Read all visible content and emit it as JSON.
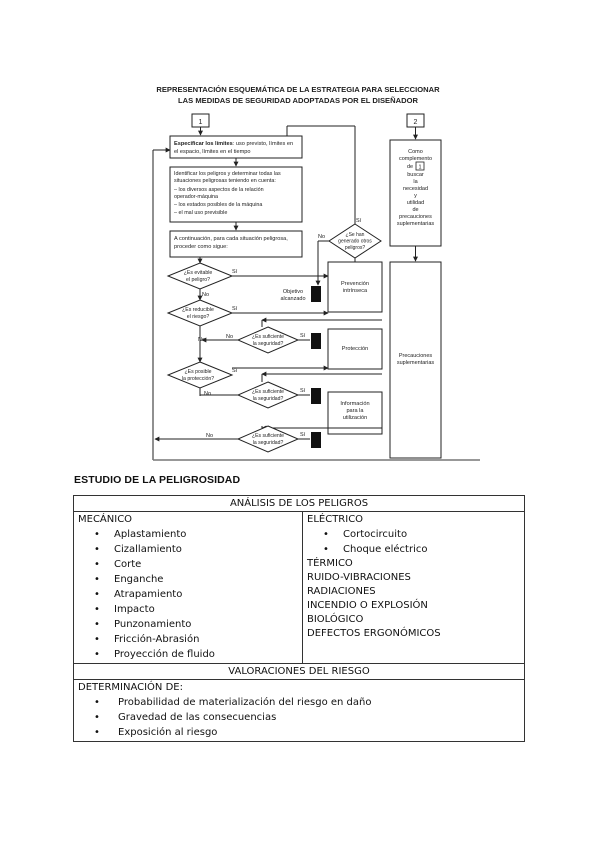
{
  "flowchart": {
    "title_line1": "REPRESENTACIÓN ESQUEMÁTICA DE LA ESTRATEGIA PARA SELECCIONAR",
    "title_line2": "LAS MEDIDAS DE SEGURIDAD ADOPTADAS POR EL DISEÑADOR",
    "label_1": "1",
    "label_2": "2",
    "box_limits_bold": "Especificar los límites",
    "box_limits_rest1": ": uso previsto, límites en",
    "box_limits_rest2": "el espacio, límites en el tiempo",
    "box_identify_lines": [
      "Identificar los peligros y determinar todas las",
      "situaciones peligrosas teniendo en cuenta:",
      "– los diversos aspectos de la relación",
      "  operador-máquina",
      "– los estados posibles de la máquina",
      "– el mal uso previsible"
    ],
    "box_continue_lines": [
      "A continuación, para cada situación peligrosa,",
      "proceder como sigue:"
    ],
    "q_eliminable": [
      "¿Es evitable",
      "el peligro?"
    ],
    "q_reducible": [
      "¿Es reducible",
      "el riesgo?"
    ],
    "q_protection": [
      "¿Es posible",
      "la protección?"
    ],
    "q_sufficient": [
      "¿Es suficiente",
      "la seguridad?"
    ],
    "q_other_hazards": [
      "¿Se han",
      "generado otros",
      "peligros?"
    ],
    "yes": "Sí",
    "no": "No",
    "objective_lines": [
      "Objetivo",
      "alcanzado"
    ],
    "box_prevention": [
      "Prevención",
      "intrínseca"
    ],
    "box_protection": "Protección",
    "box_information": [
      "Información",
      "para la",
      "utilización"
    ],
    "box_complement_pre": [
      "Como",
      "complemento",
      "de"
    ],
    "box_complement_ref": "1",
    "box_complement_post": [
      "buscar",
      "la",
      "necesidad",
      "y",
      "utilidad",
      "de",
      "precauciones",
      "suplementarias"
    ],
    "box_supplementary": [
      "Precauciones",
      "suplementarias"
    ]
  },
  "section_heading": "ESTUDIO DE LA PELIGROSIDAD",
  "table": {
    "header": "ANÁLISIS DE LOS PELIGROS",
    "mechanical_title": "MECÁNICO",
    "mechanical_items": [
      "Aplastamiento",
      "Cizallamiento",
      "Corte",
      "Enganche",
      "Atrapamiento",
      "Impacto",
      "Punzonamiento",
      "Fricción-Abrasión",
      "Proyección de fluido"
    ],
    "electrical_title": "ELÉCTRICO",
    "electrical_items": [
      "Cortocircuito",
      "Choque eléctrico"
    ],
    "other_hazards": [
      "TÉRMICO",
      "RUIDO-VIBRACIONES",
      "RADIACIONES",
      "INCENDIO O EXPLOSIÓN",
      "BIOLÓGICO",
      "DEFECTOS ERGONÓMICOS"
    ],
    "risk_header": "VALORACIONES DEL RIESGO",
    "determination_title": "DETERMINACIÓN DE:",
    "determination_items": [
      "Probabilidad de materialización del riesgo en daño",
      "Gravedad de las consecuencias",
      "Exposición al riesgo"
    ]
  }
}
